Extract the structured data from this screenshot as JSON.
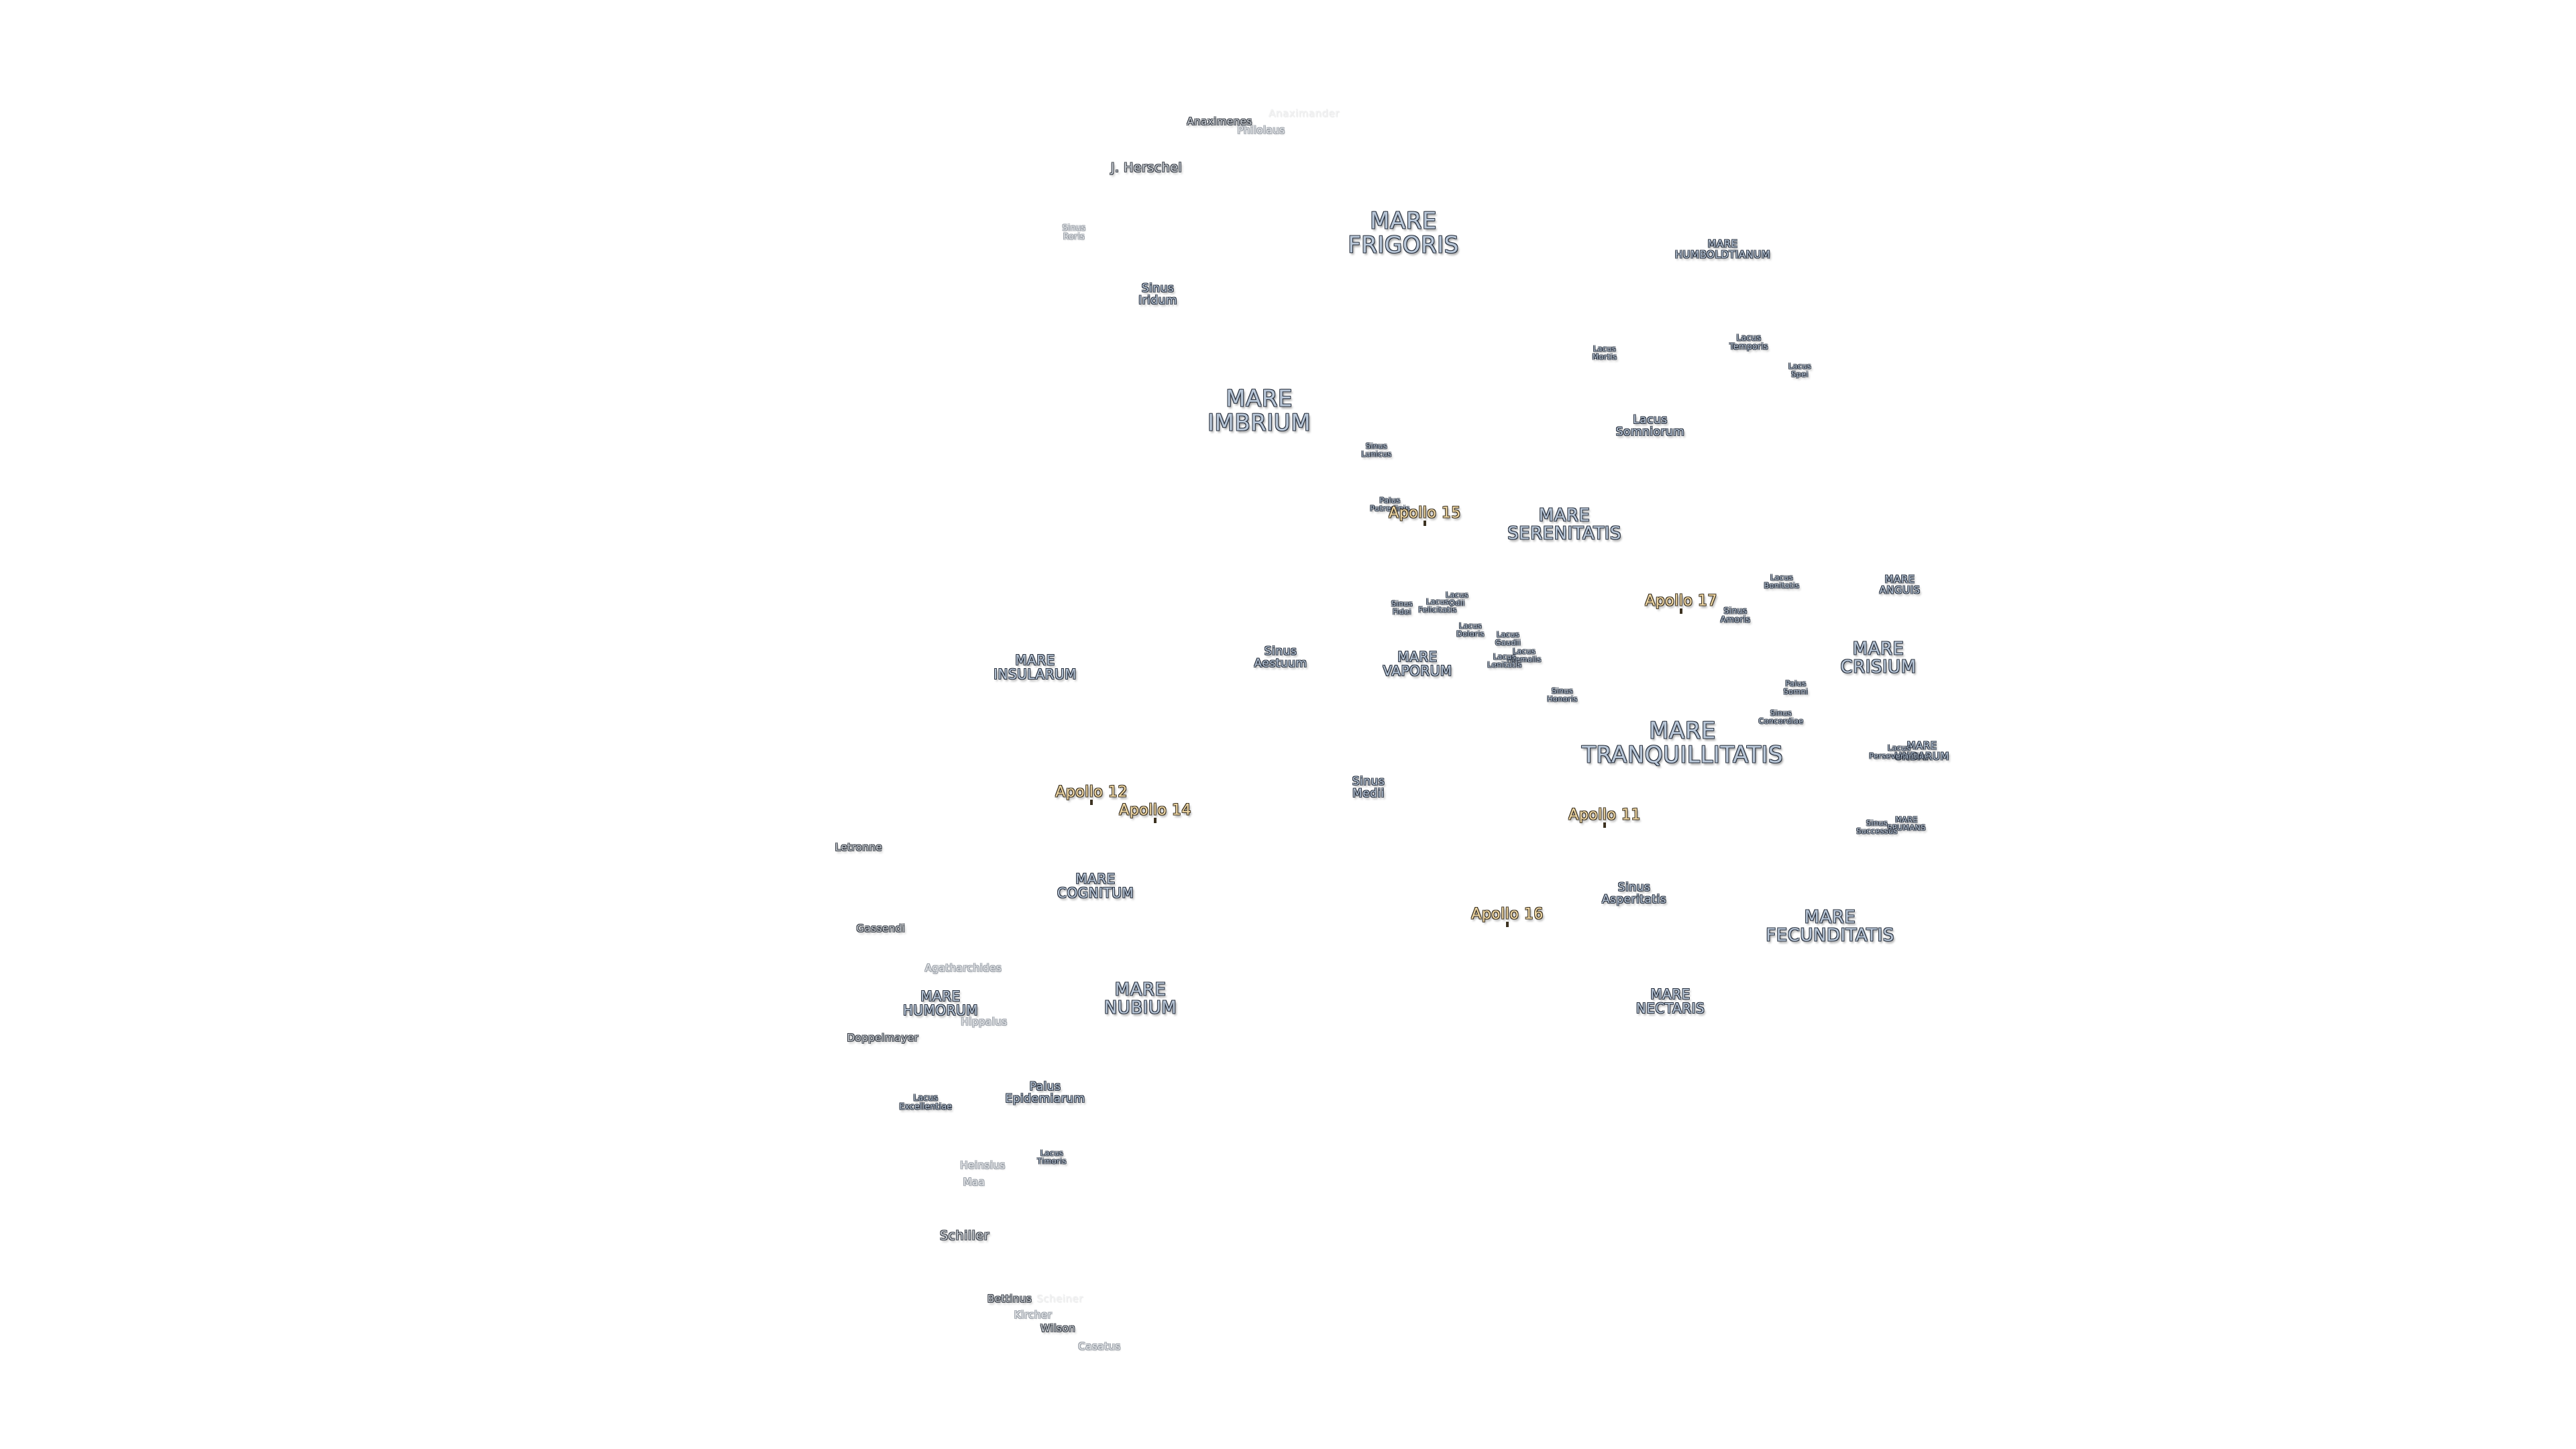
{
  "maria": {
    "frigoris": "MARE\nFRIGORIS",
    "imbrium": "MARE\nIMBRIUM",
    "serenitatis": "MARE\nSERENITATIS",
    "tranquillitatis": "MARE\nTRANQUILLITATIS",
    "crisium": "MARE\nCRISIUM",
    "fecunditatis": "MARE\nFECUNDITATIS",
    "nectaris": "MARE\nNECTARIS",
    "nubium": "MARE\nNUBIUM",
    "humorum": "MARE\nHUMORUM",
    "cognitum": "MARE\nCOGNITUM",
    "insularum": "MARE\nINSULARUM",
    "vaporum": "MARE\nVAPORUM",
    "humboldtianum": "MARE\nHUMBOLDTIANUM",
    "anguis": "MARE\nANGUIS",
    "undarum": "MARE\nUNDARUM",
    "spumans": "MARE\nSPUMANS"
  },
  "sinus": {
    "iridum": "Sinus\nIridum",
    "roris": "Sinus\nRoris",
    "aestuum": "Sinus\nAestuum",
    "medii": "Sinus\nMedii",
    "asperitatis": "Sinus\nAsperitatis",
    "amoris": "Sinus\nAmoris",
    "concordiae": "Sinus\nConcordiae",
    "honoris": "Sinus\nHonoris",
    "lunicus": "Sinus\nLunicus",
    "fidei": "Sinus\nFidei",
    "successus": "Sinus\nSuccessus"
  },
  "lacus": {
    "somniorum": "Lacus\nSomniorum",
    "mortis": "Lacus\nMortis",
    "temporis": "Lacus\nTemporis",
    "spei": "Lacus\nSpei",
    "bonitatis": "Lacus\nBonitatis",
    "felicitatis": "Lacus\nFelicitatis",
    "doloris": "Lacus\nDoloris",
    "gaudii": "Lacus\nGaudii",
    "hiemalis": "Lacus\nHiemalis",
    "lenitatis": "Lacus\nLenitatis",
    "odii": "Lacus\nOdii",
    "perseverantiae": "Lacus\nPerseverantiae",
    "excellentiae": "Lacus\nExcellentiae",
    "timoris": "Lacus\nTimoris"
  },
  "paludes": {
    "putredinis": "Palus\nPutredinis",
    "somni": "Palus\nSomni",
    "epidemiarum": "Palus\nEpidemiarum"
  },
  "craters": {
    "anaximenes": "Anaximenes",
    "philolaus": "Philolaus",
    "top_faint": "Anaximander",
    "j_herschel": "J. Herschel",
    "letronne": "Letronne",
    "gassendi": "Gassendi",
    "agatharchides": "Agatharchides",
    "hippalus": "Hippalus",
    "doppelmayer": "Doppelmayer",
    "heinsius": "Heinsius",
    "maa": "Maa",
    "schiller": "Schiller",
    "bettinus": "Bettinus",
    "scheiner": "Scheiner",
    "kircher": "Kircher",
    "wilson": "Wilson",
    "casatus": "Casatus"
  },
  "apollo": {
    "a11": "Apollo 11",
    "a12": "Apollo 12",
    "a14": "Apollo 14",
    "a15": "Apollo 15",
    "a16": "Apollo 16",
    "a17": "Apollo 17"
  }
}
